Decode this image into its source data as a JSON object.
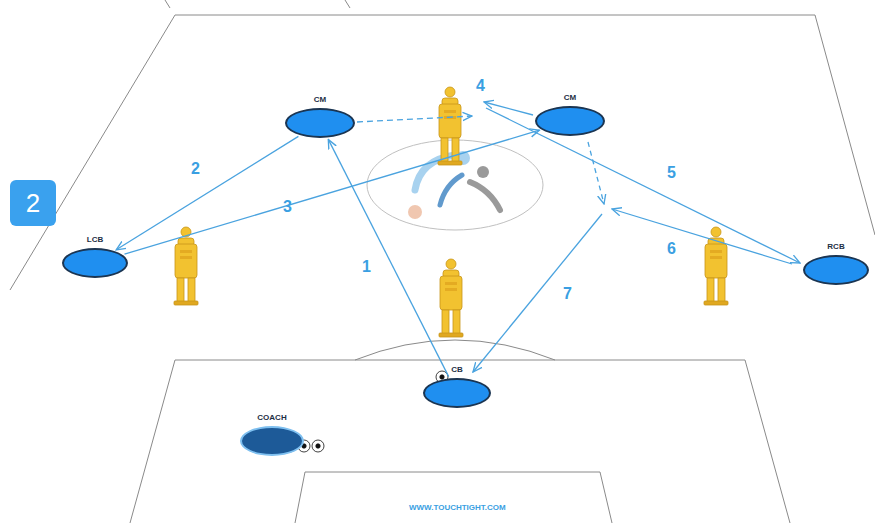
{
  "diagram": {
    "nodes": [
      {
        "text": [
          "CM"
        ]
      },
      {
        "text": [
          "CM"
        ]
      },
      {
        "text": [
          "LCB"
        ]
      },
      {
        "text": [
          "RCB"
        ]
      },
      {
        "text": [
          "CB"
        ]
      },
      {
        "text": [
          "COACH"
        ]
      },
      {
        "text": [
          "2"
        ]
      }
    ],
    "edges": [
      {
        "from": 4,
        "to": 0,
        "arrow": "to"
      },
      {
        "from": 0,
        "to": 2,
        "arrow": "to"
      },
      {
        "from": 2,
        "to": 1,
        "arrow": "to"
      }
    ],
    "labels": [
      "1",
      "2",
      "3",
      "4",
      "5",
      "6",
      "7",
      "WWW.TOUCHTIGHT.COM"
    ]
  }
}
